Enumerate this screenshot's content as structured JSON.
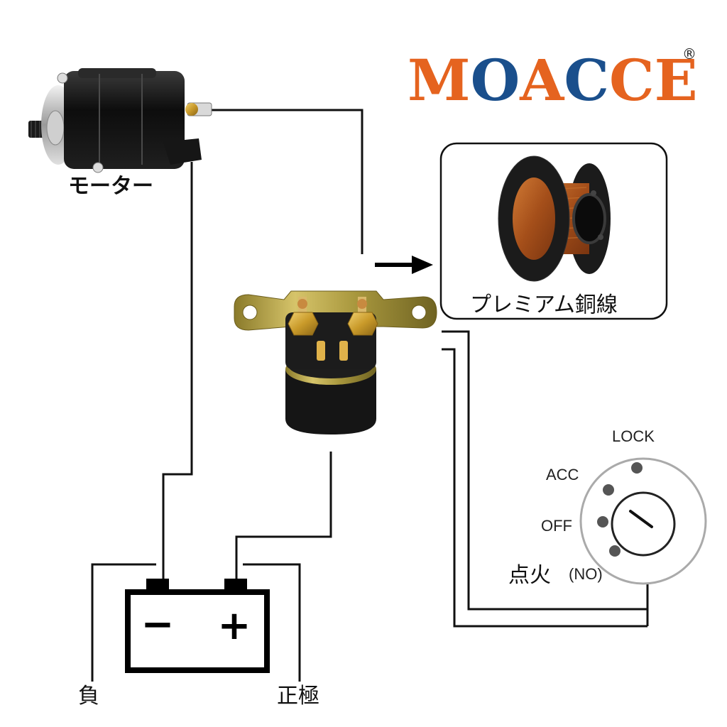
{
  "brand": {
    "text": "MOACCE",
    "registered_mark": "®",
    "colors": {
      "orange": "#e5631f",
      "blue": "#1a4f8c"
    }
  },
  "components": {
    "motor_label": "モーター",
    "wire_callout_label": "プレミアム銅線",
    "battery": {
      "minus_symbol": "−",
      "plus_symbol": "+",
      "negative_label": "負",
      "positive_label": "正極"
    },
    "ignition": {
      "lock_label": "LOCK",
      "acc_label": "ACC",
      "off_label": "OFF",
      "ignition_label": "点火",
      "on_label": "(NO)"
    }
  }
}
